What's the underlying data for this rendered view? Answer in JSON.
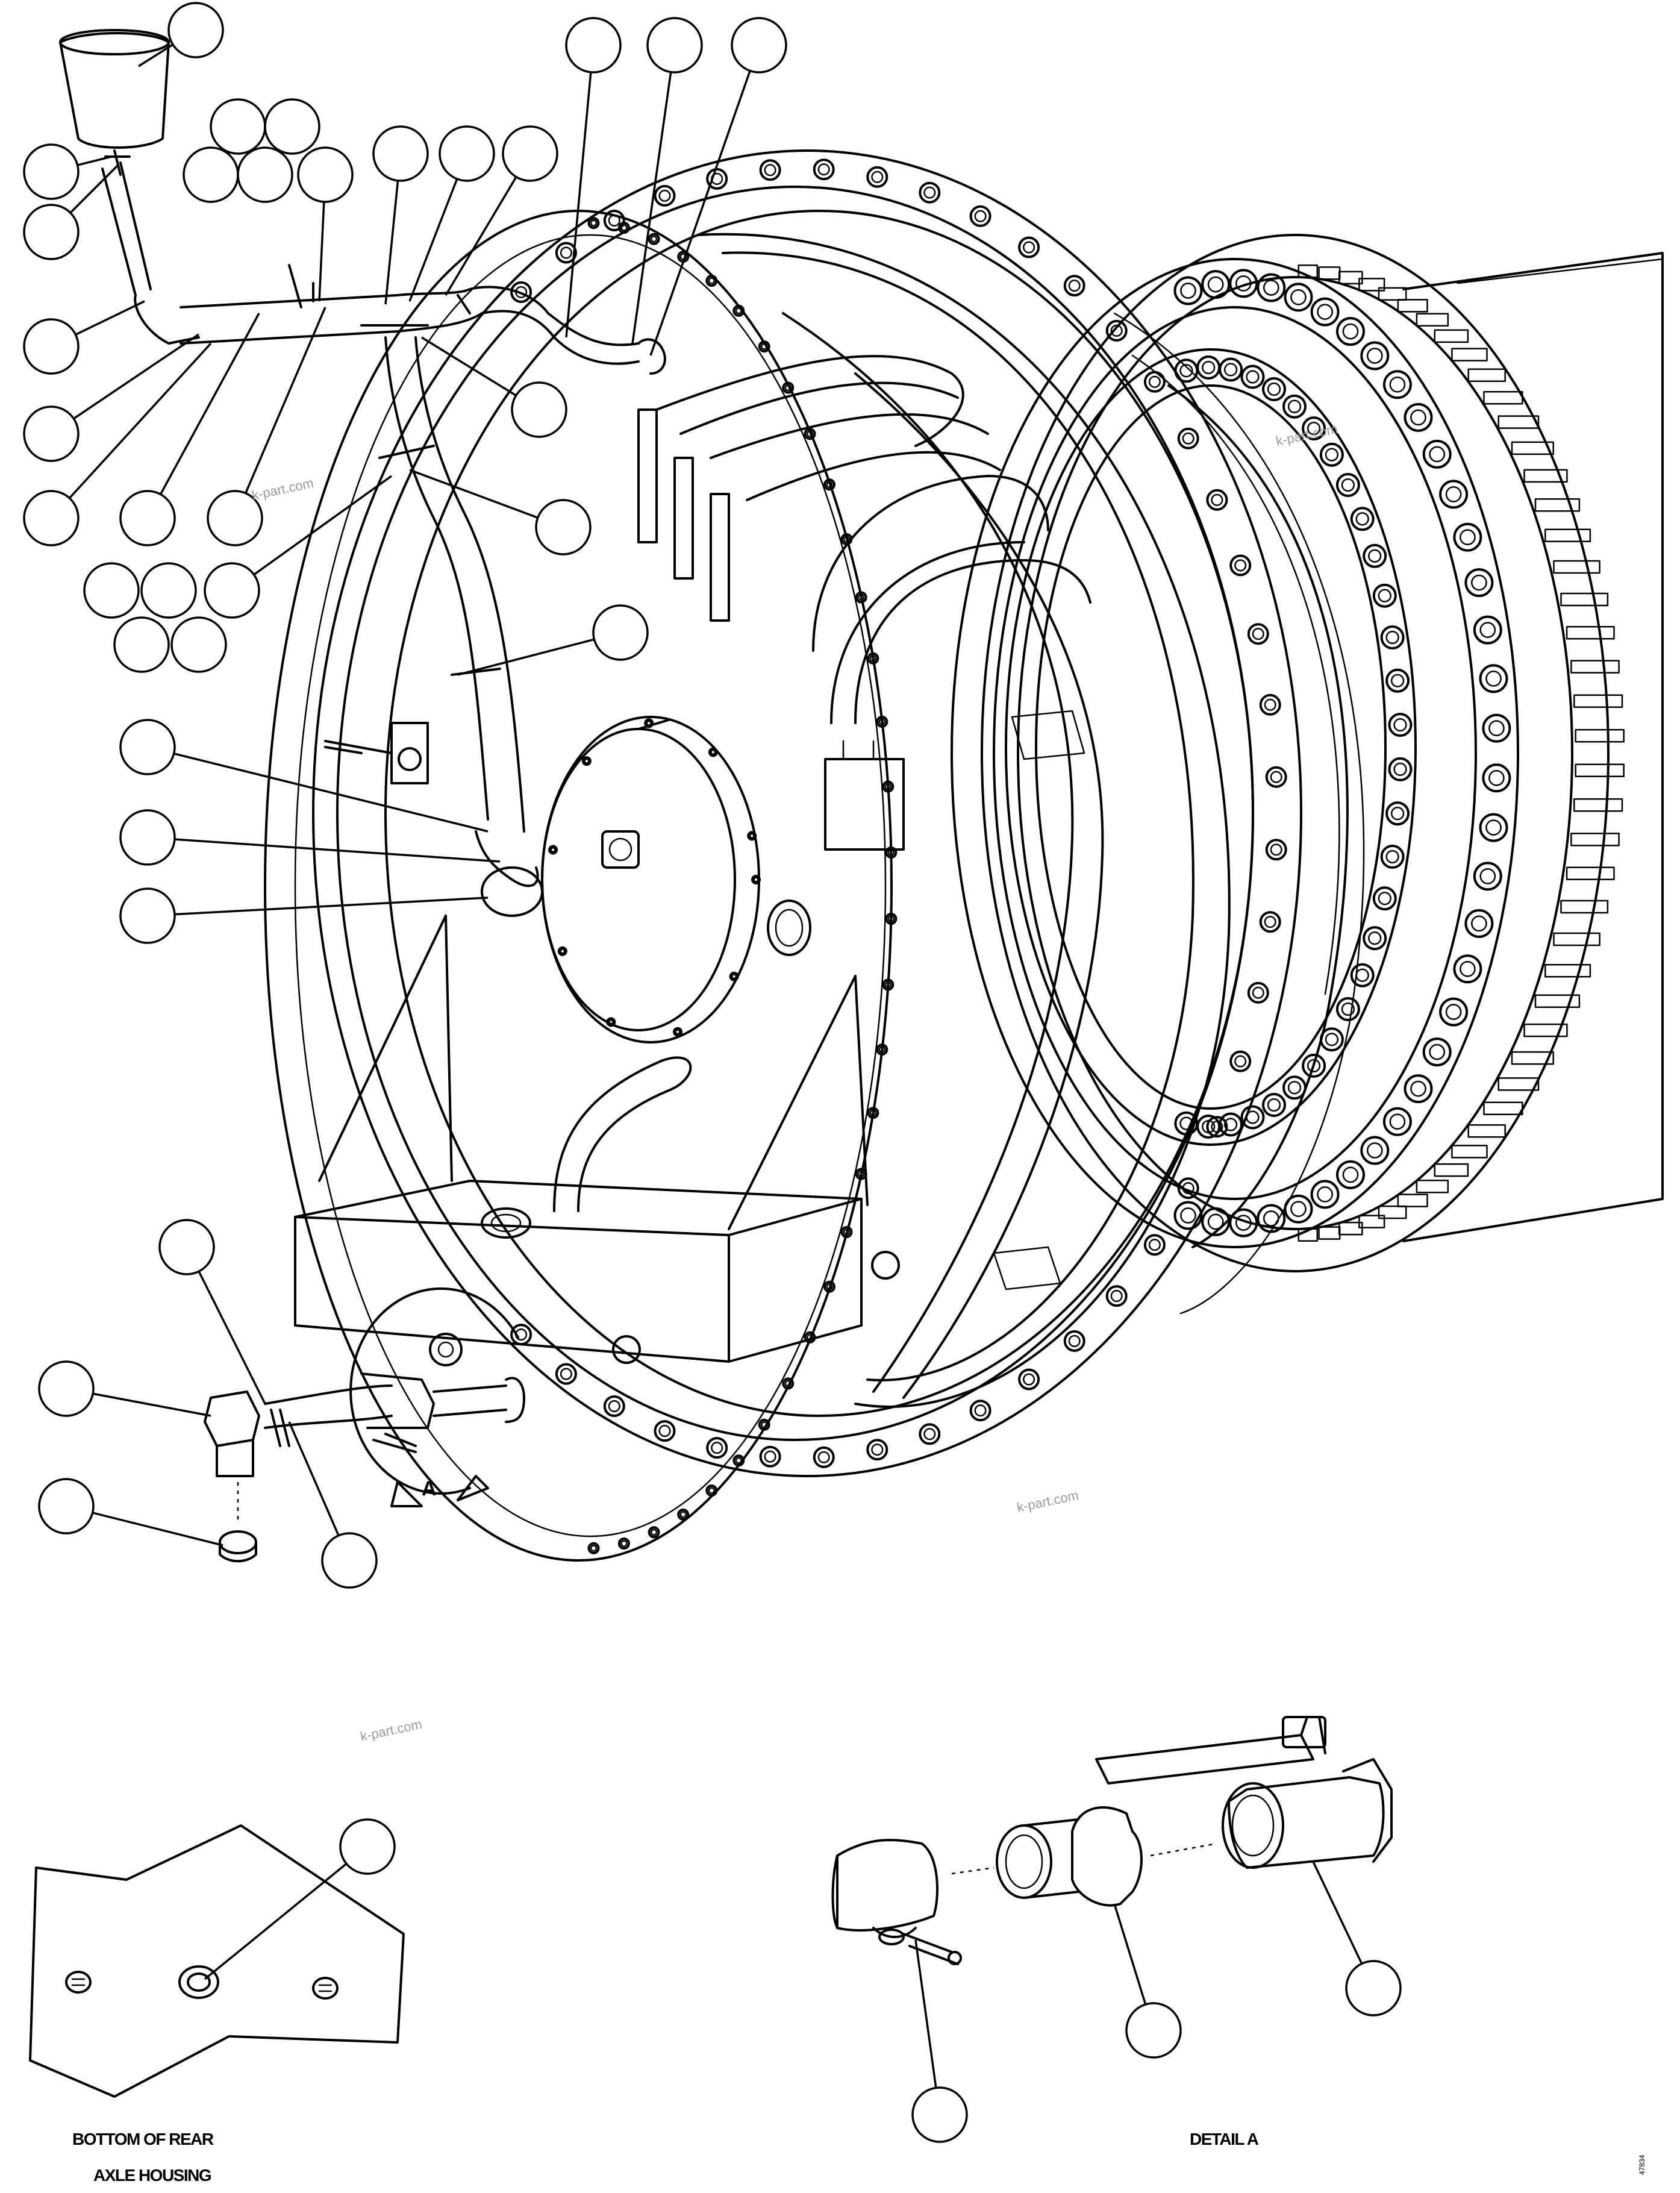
{
  "labels": {
    "detail_a_arrow": "A",
    "bottom_caption_line1": "BOTTOM OF REAR",
    "bottom_caption_line2": "AXLE HOUSING",
    "detail_caption": "DETAIL A",
    "ref_number": "47834"
  },
  "watermarks": [
    "k-part.com",
    "k-part.com",
    "k-part.com",
    "k-part.com",
    "k-part.com"
  ],
  "callout_count": 38
}
